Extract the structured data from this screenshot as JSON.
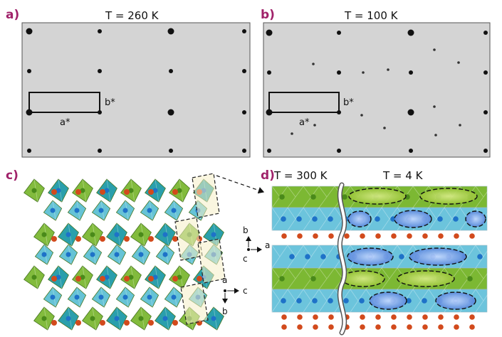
{
  "panels": {
    "a": {
      "label": "a)",
      "temperature": "T = 260 K",
      "axis_x": "a*",
      "axis_y": "b*"
    },
    "b": {
      "label": "b)",
      "temperature": "T = 100 K",
      "axis_x": "a*",
      "axis_y": "b*"
    },
    "c": {
      "label": "c)",
      "axes": {
        "right": "c",
        "down": "b",
        "out": "a"
      }
    },
    "d": {
      "label": "d)",
      "temp_left": "T = 300 K",
      "temp_right": "T = 4 K",
      "axes": {
        "up": "b",
        "right": "a",
        "out": "c"
      }
    }
  },
  "colors": {
    "pattern_bg": "#d4d4d4",
    "spot": "#111111",
    "label_magenta": "#a0226a",
    "octahedron_green": "#7cb833",
    "octahedron_blue": "#6cc4dc",
    "atom_red": "#d24a1c",
    "atom_blue": "#1e72c8",
    "atom_green": "#4a8a1a",
    "highlight_yellow": "#f6efc6"
  }
}
